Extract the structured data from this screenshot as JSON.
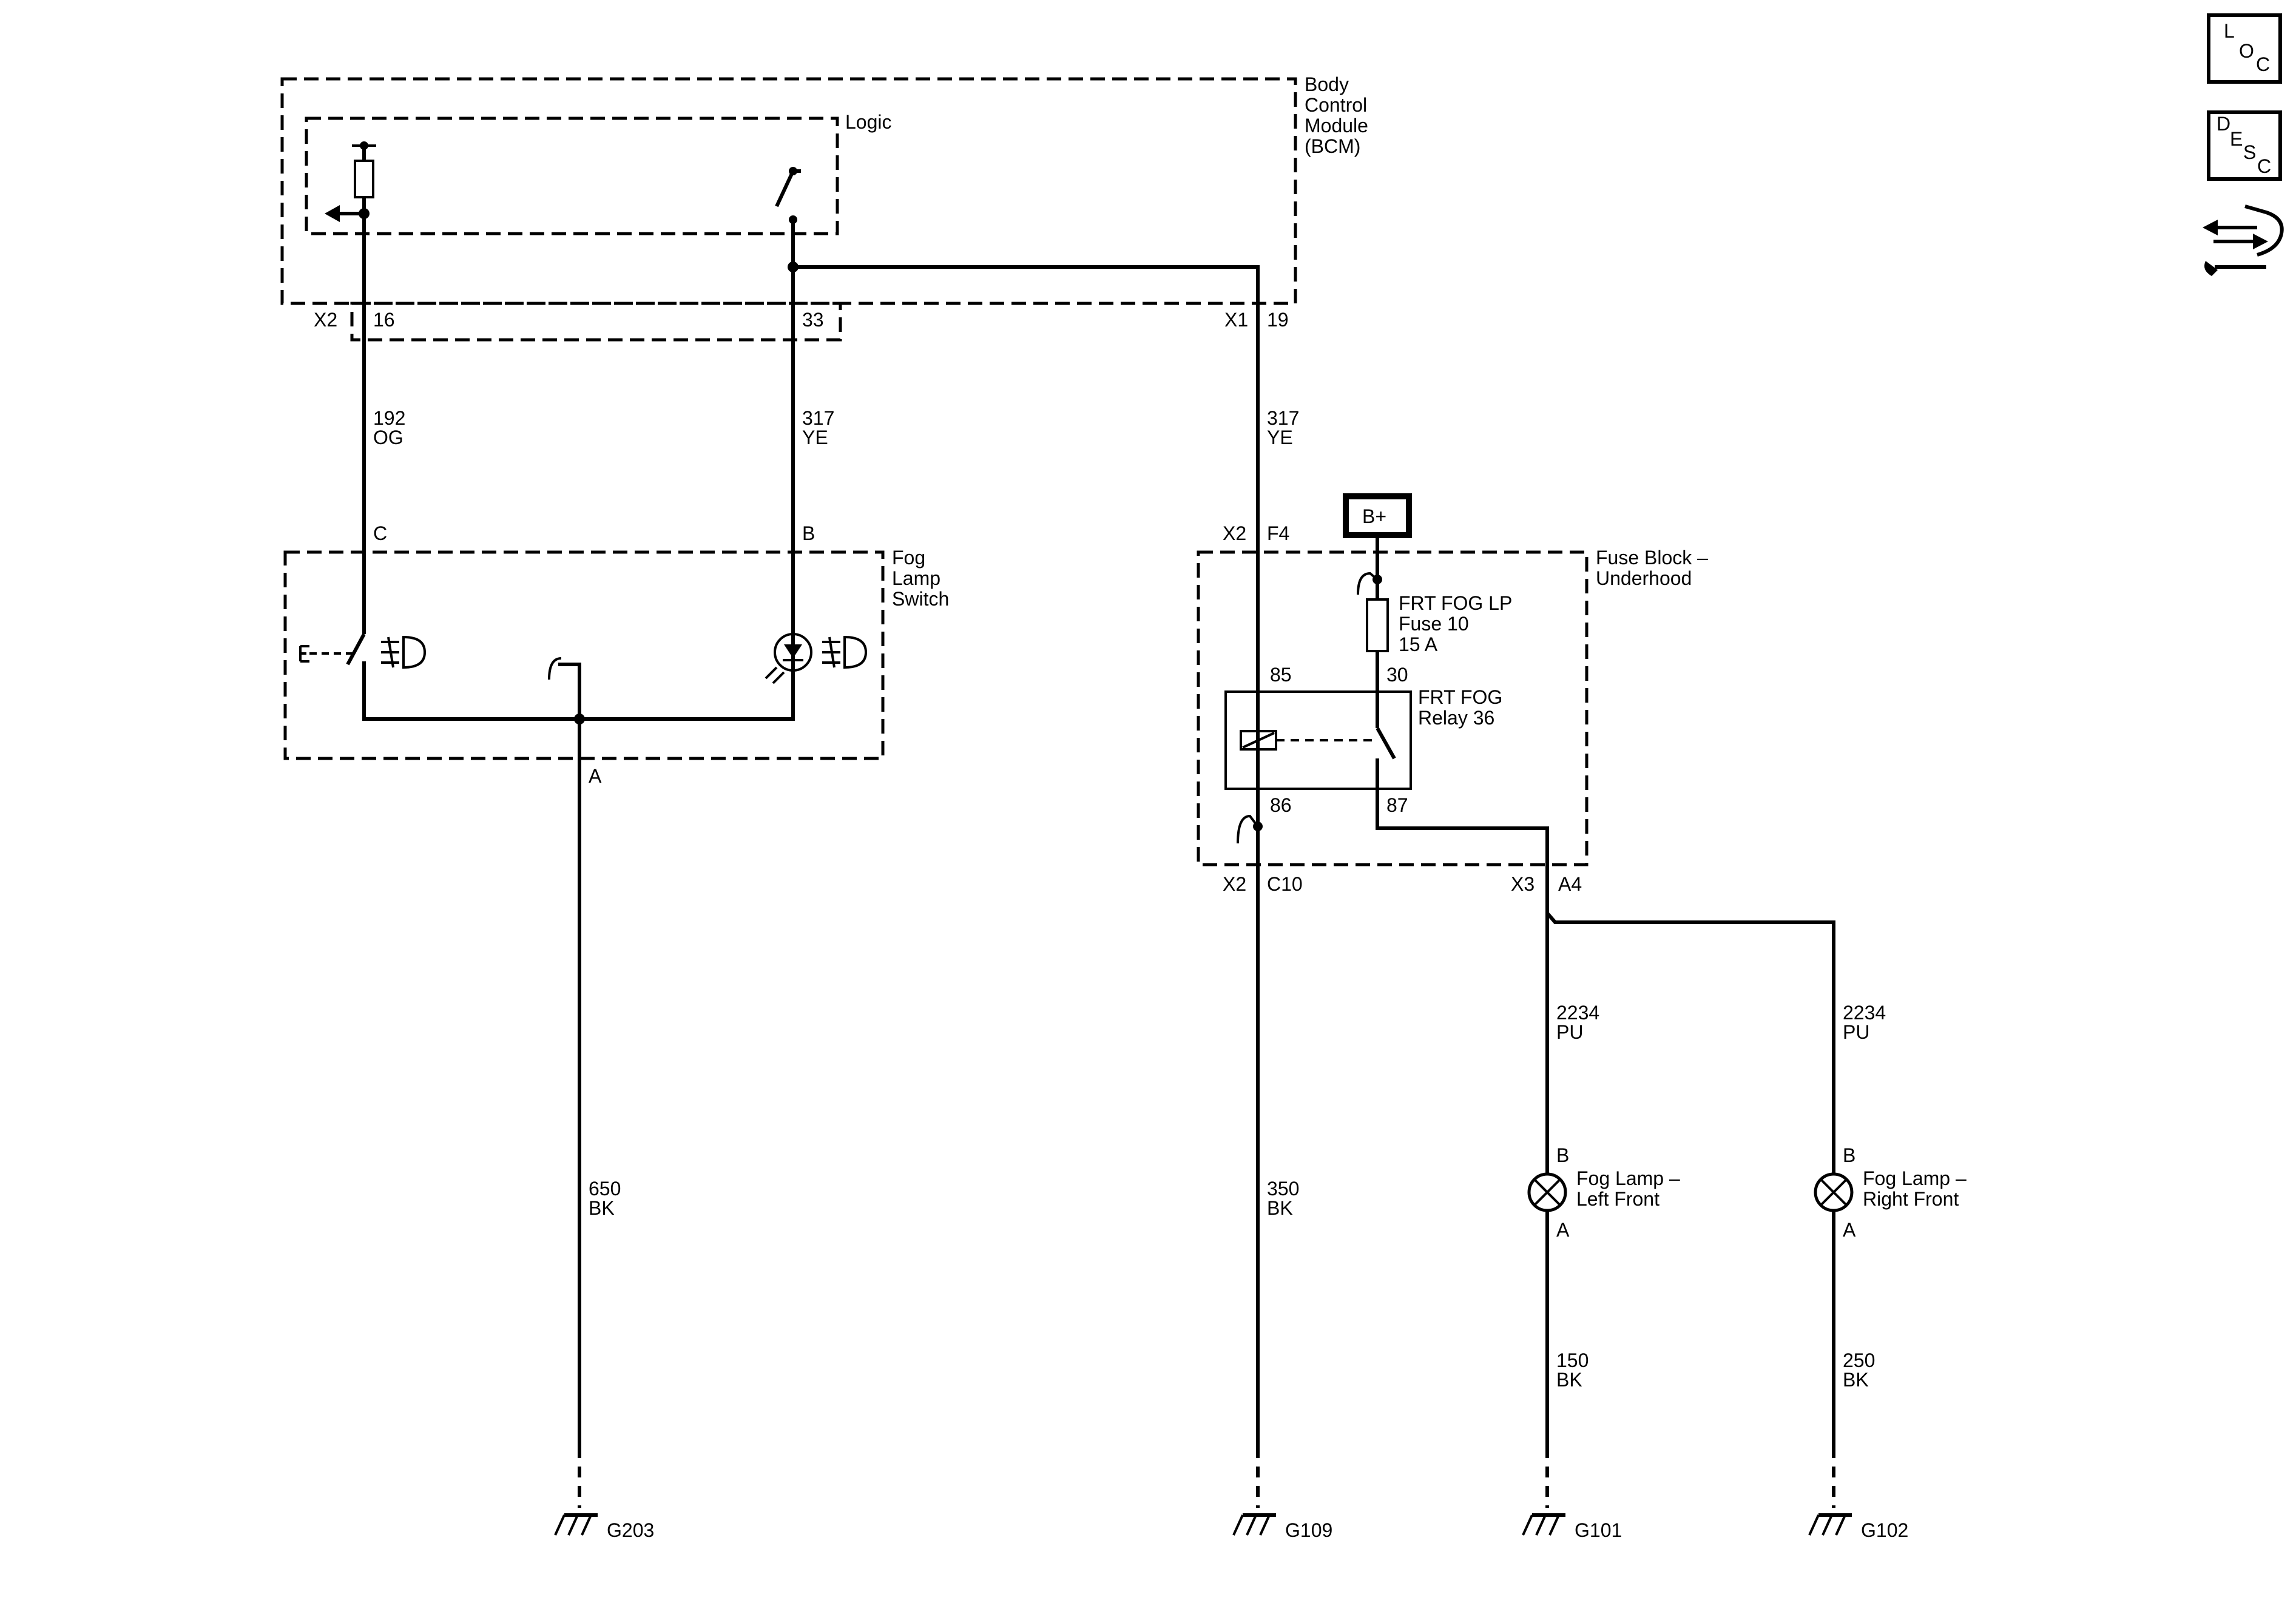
{
  "modules": {
    "bcm": {
      "line1": "Body",
      "line2": "Control",
      "line3": "Module",
      "line4": "(BCM)"
    },
    "logic": "Logic",
    "fog_switch": {
      "line1": "Fog",
      "line2": "Lamp",
      "line3": "Switch"
    },
    "fuse_block": {
      "line1": "Fuse Block –",
      "line2": "Underhood"
    }
  },
  "connectors": {
    "x2": "X2",
    "x1": "X1",
    "x3": "X3",
    "pin16": "16",
    "pin33": "33",
    "pin19": "19",
    "pinC": "C",
    "pinB": "B",
    "pinA": "A",
    "pinF4": "F4",
    "pinC10": "C10",
    "pinA4": "A4",
    "relay85": "85",
    "relay30": "30",
    "relay86": "86",
    "relay87": "87",
    "lampB_left": "B",
    "lampA_left": "A",
    "lampB_right": "B",
    "lampA_right": "A"
  },
  "wires": {
    "w192": {
      "num": "192",
      "color": "OG"
    },
    "w317a": {
      "num": "317",
      "color": "YE"
    },
    "w317b": {
      "num": "317",
      "color": "YE"
    },
    "w650": {
      "num": "650",
      "color": "BK"
    },
    "w350": {
      "num": "350",
      "color": "BK"
    },
    "w2234l": {
      "num": "2234",
      "color": "PU"
    },
    "w2234r": {
      "num": "2234",
      "color": "PU"
    },
    "w150": {
      "num": "150",
      "color": "BK"
    },
    "w250": {
      "num": "250",
      "color": "BK"
    }
  },
  "power": {
    "label": "B+"
  },
  "fuse": {
    "name": "FRT FOG LP",
    "number": "Fuse 10",
    "rating": "15 A"
  },
  "relay": {
    "name": "FRT FOG",
    "number": "Relay 36"
  },
  "lamps": {
    "left": {
      "line1": "Fog Lamp –",
      "line2": "Left Front"
    },
    "right": {
      "line1": "Fog Lamp –",
      "line2": "Right Front"
    }
  },
  "grounds": {
    "g203": "G203",
    "g109": "G109",
    "g101": "G101",
    "g102": "G102"
  },
  "side_icons": {
    "loc": {
      "l": "L",
      "o": "O",
      "c": "C"
    },
    "desc": {
      "d": "D",
      "e": "E",
      "s": "S",
      "c": "C"
    },
    "tool_icon": "connector-wrench-icon"
  }
}
